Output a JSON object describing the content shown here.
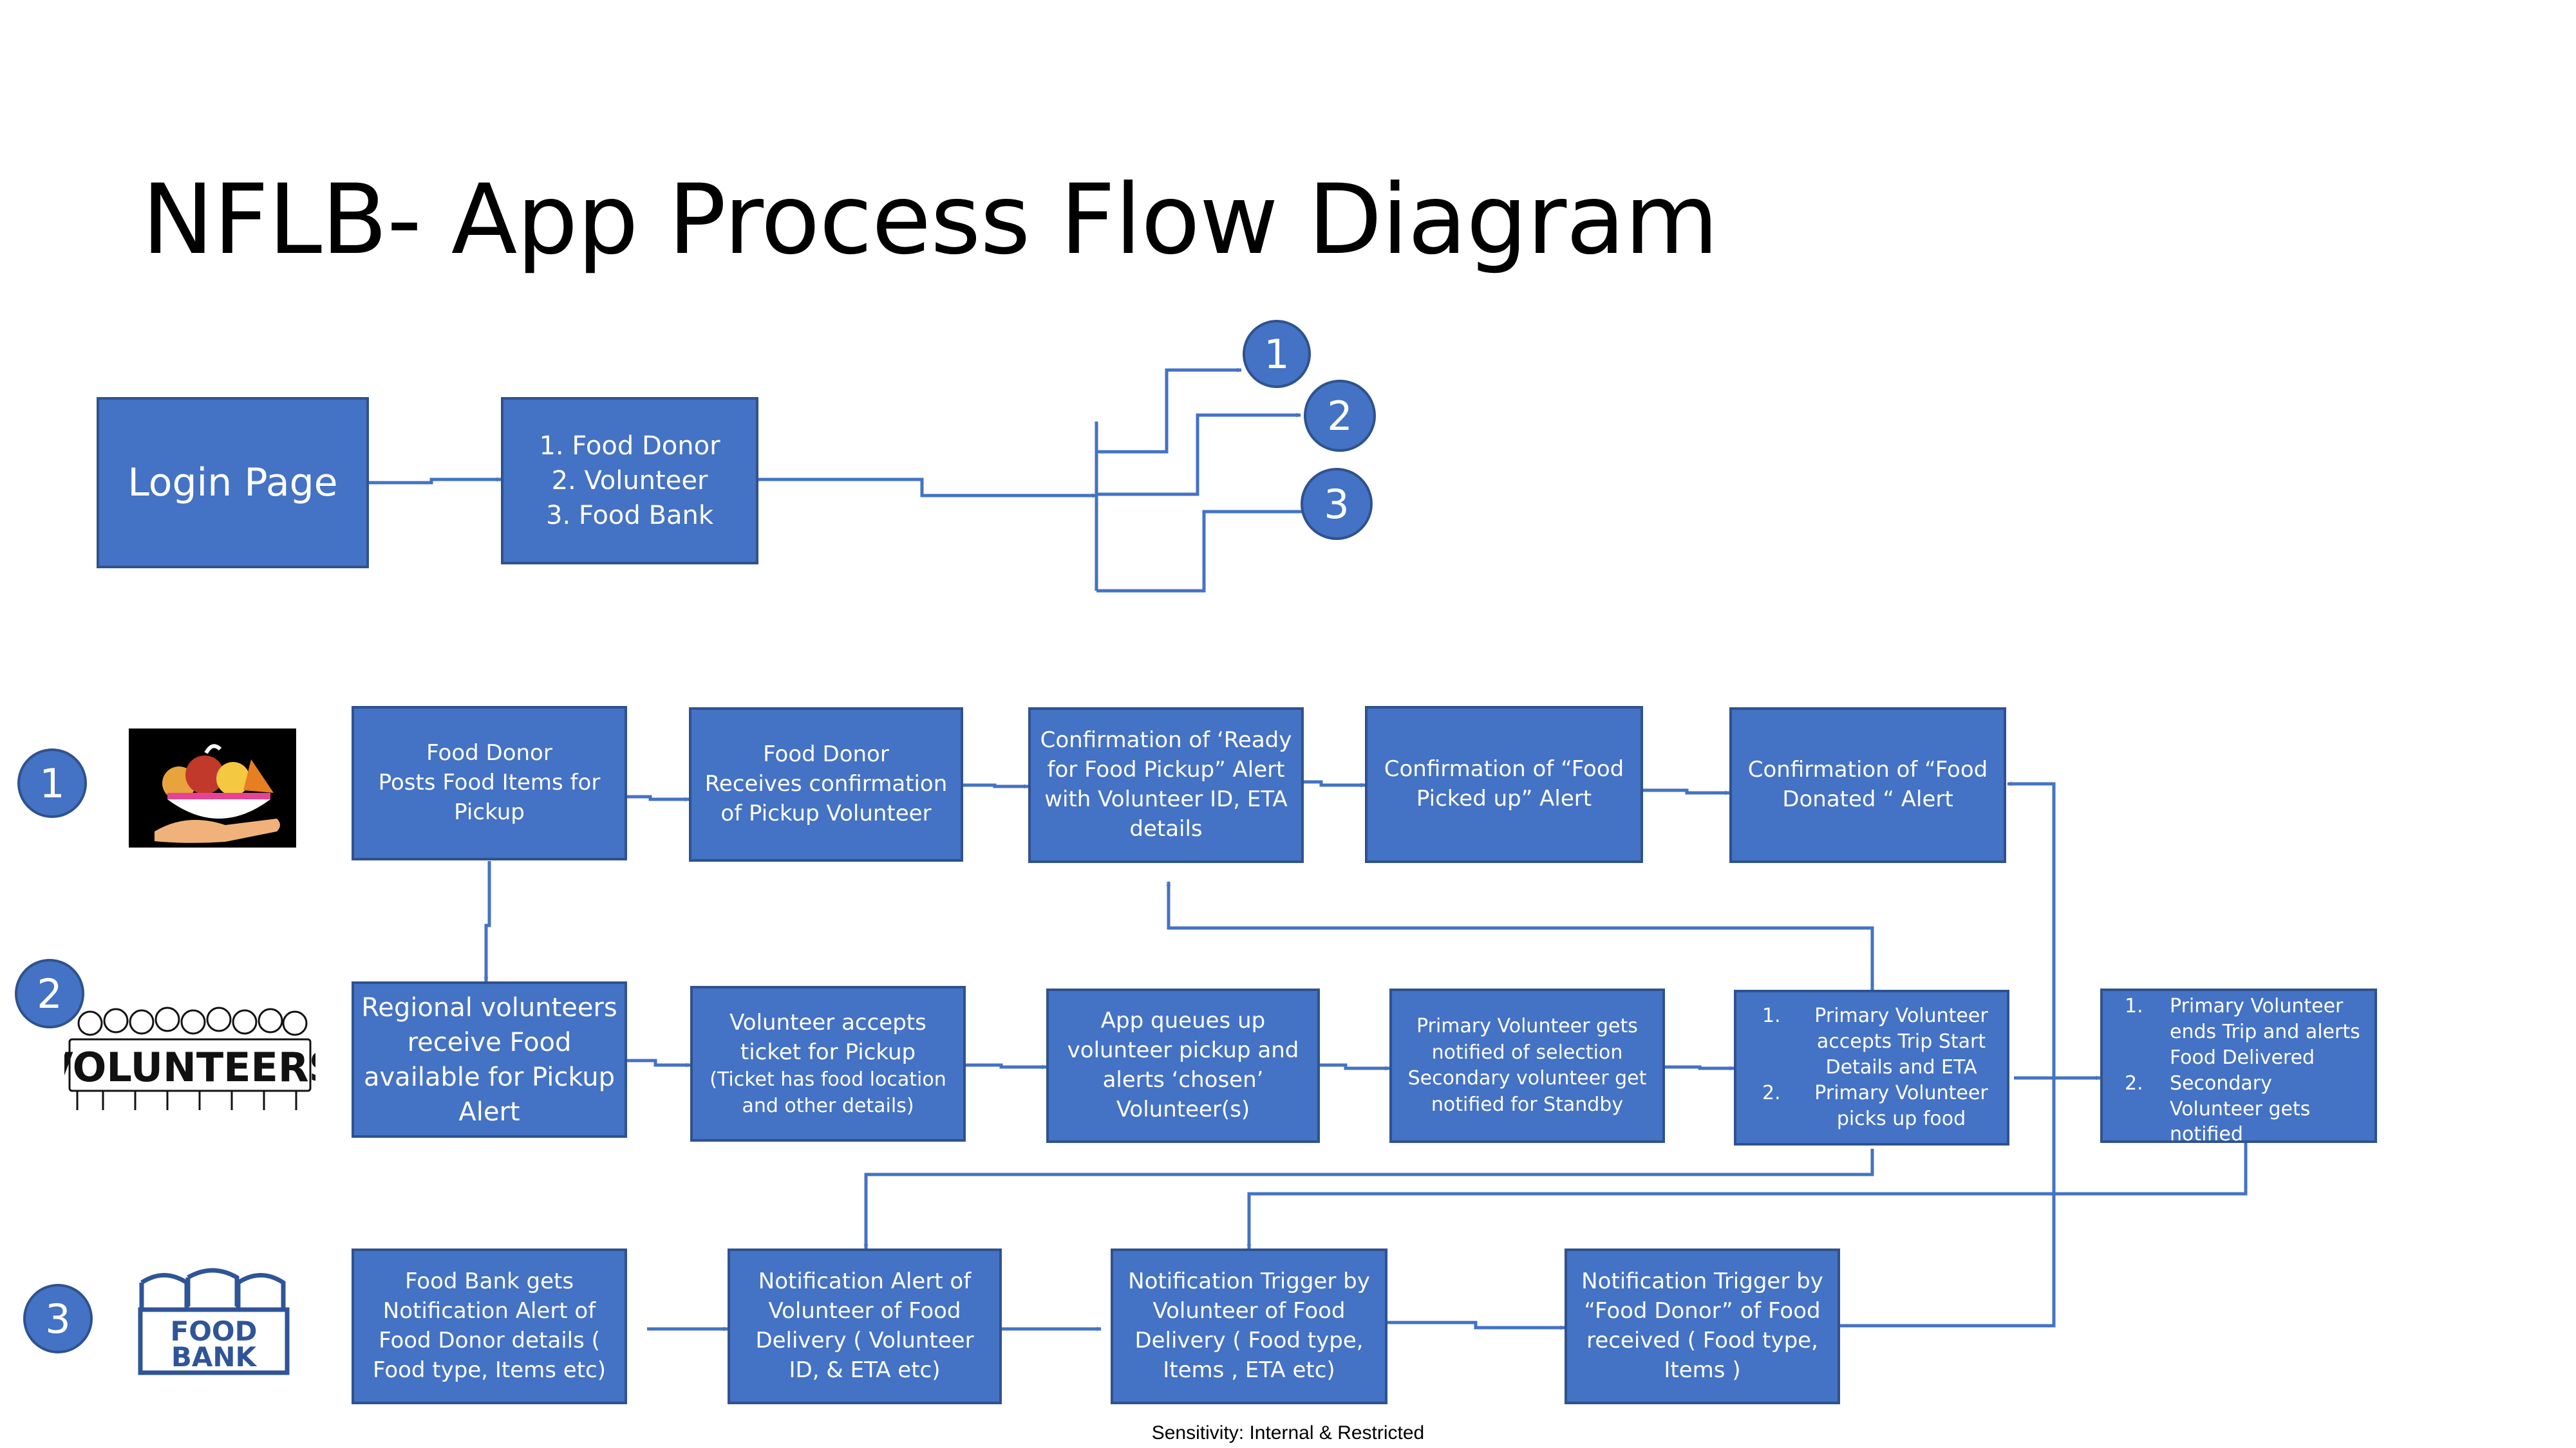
{
  "title": "NFLB- App Process Flow Diagram",
  "footer": "Sensitivity: Internal & Restricted",
  "colors": {
    "box_fill": "#4472c4",
    "box_border": "#2f528f",
    "connector": "#4472c4",
    "text": "#ffffff"
  },
  "login": {
    "label": "Login Page"
  },
  "roles": {
    "lines": [
      "1. Food Donor",
      "2. Volunteer",
      "3. Food Bank"
    ]
  },
  "badges": {
    "branch": [
      "1",
      "2",
      "3"
    ],
    "rows": [
      "1",
      "2",
      "3"
    ]
  },
  "icons": {
    "row1": "food-donation-icon",
    "row2": "volunteers-icon",
    "row2_text": "VOLUNTEERS",
    "row3": "food-bank-icon",
    "row3_text": [
      "FOOD",
      "BANK"
    ]
  },
  "row1": {
    "posts": [
      "Food Donor",
      "Posts Food Items for",
      "Pickup"
    ],
    "receives": [
      "Food Donor",
      "Receives confirmation",
      "of Pickup Volunteer"
    ],
    "ready": [
      "Confirmation of ‘Ready",
      "for Food Pickup” Alert",
      "with Volunteer ID, ETA",
      "details"
    ],
    "picked": [
      "Confirmation of “Food",
      "Picked up” Alert"
    ],
    "donated": [
      "Confirmation of “Food",
      "Donated “ Alert"
    ]
  },
  "row2": {
    "regional": [
      "Regional volunteers",
      "receive Food",
      "available for Pickup",
      "Alert"
    ],
    "accepts": [
      "Volunteer accepts",
      "ticket for Pickup"
    ],
    "accepts_note": [
      "(Ticket has food location",
      "and other details)"
    ],
    "queues": [
      "App queues up",
      "volunteer pickup and",
      "alerts ‘chosen’",
      "Volunteer(s)"
    ],
    "primary": [
      "Primary Volunteer gets",
      "notified of selection",
      "Secondary volunteer get",
      "notified for Standby"
    ],
    "trip": {
      "items": [
        {
          "num": "1.",
          "lines": [
            "Primary Volunteer",
            "accepts Trip Start",
            "Details and ETA"
          ]
        },
        {
          "num": "2.",
          "lines": [
            "Primary Volunteer",
            "picks up food"
          ]
        }
      ]
    },
    "ends": {
      "items": [
        {
          "num": "1.",
          "lines": [
            "Primary Volunteer",
            "ends Trip and alerts",
            "Food Delivered"
          ]
        },
        {
          "num": "2.",
          "lines": [
            "Secondary",
            "Volunteer gets",
            "notified"
          ]
        }
      ]
    }
  },
  "row3": {
    "bank_gets": [
      "Food Bank gets",
      "Notification Alert of",
      "Food Donor details (",
      "Food type, Items etc)"
    ],
    "notif_alert": [
      "Notification  Alert of",
      "Volunteer of Food",
      "Delivery  ( Volunteer",
      "ID, &  ETA etc)"
    ],
    "notif_volunteer": [
      "Notification  Trigger by",
      "Volunteer of Food",
      "Delivery  ( Food type,",
      "Items , ETA etc)"
    ],
    "notif_donor": [
      "Notification  Trigger by",
      "“Food  Donor” of Food",
      "received ( Food type,",
      "Items )"
    ]
  }
}
